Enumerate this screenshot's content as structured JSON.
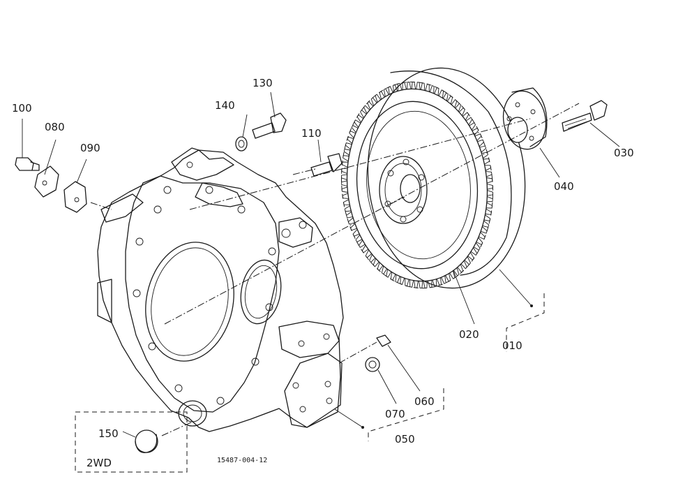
{
  "callouts": {
    "p010": "010",
    "p020": "020",
    "p030": "030",
    "p040": "040",
    "p050": "050",
    "p060": "060",
    "p070": "070",
    "p080": "080",
    "p090": "090",
    "p100": "100",
    "p110": "110",
    "p130": "130",
    "p140": "140",
    "p150": "150"
  },
  "option_label": "2WD",
  "drawing_number": "15487-004-12"
}
